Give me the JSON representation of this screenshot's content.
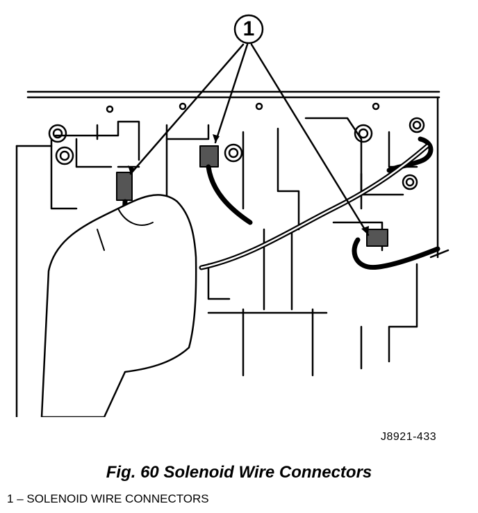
{
  "callout": {
    "number": "1"
  },
  "figure": {
    "reference_code": "J8921-433",
    "caption": "Fig. 60 Solenoid Wire Connectors"
  },
  "legend": {
    "items": [
      {
        "number": "1",
        "separator": " – ",
        "label": "SOLENOID WIRE CONNECTORS"
      }
    ]
  }
}
